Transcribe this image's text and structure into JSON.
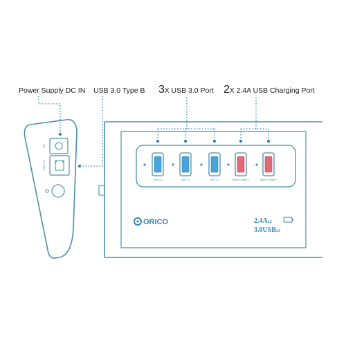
{
  "labels": {
    "power_supply": "Power Supply DC IN",
    "usb30_typeb": "USB 3.0 Type B",
    "usb30_ports": {
      "count": "3",
      "x": "X",
      "text": "USB 3.0 Port"
    },
    "charging_ports": {
      "count": "2",
      "x": "X",
      "text": "2.4A USB Charging Port"
    }
  },
  "device": {
    "brand": "ORICO",
    "spec_line1_main": "2.4A",
    "spec_line1_sub": "x2",
    "spec_line2_main": "3.0USB",
    "spec_line2_sub": "x3",
    "side_label_dc": "DC",
    "side_label_usb": "USB 3.0",
    "port_labels": [
      "USB 3.0",
      "USB 3.0",
      "USB 3.0",
      "Rapid Charge ≡",
      "Rapid Charge ≡"
    ]
  },
  "colors": {
    "outline": "#4a8fa6",
    "dots": "#2f86b5",
    "usb30": "#4aa3d8",
    "charge": "#e06a7a",
    "background": "#ffffff"
  }
}
